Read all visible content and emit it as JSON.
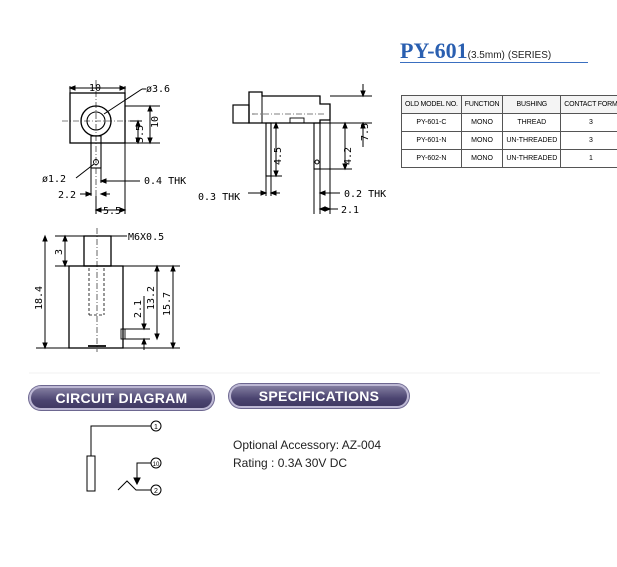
{
  "title": {
    "model": "PY-601",
    "size": "(3.5mm)",
    "series": "(SERIES)"
  },
  "table": {
    "headers": [
      "OLD MODEL NO.",
      "FUNCTION",
      "BUSHING",
      "CONTACT FORM"
    ],
    "rows": [
      [
        "PY-601-C",
        "MONO",
        "THREAD",
        "3"
      ],
      [
        "PY-601-N",
        "MONO",
        "UN-THREADED",
        "3"
      ],
      [
        "PY-602-N",
        "MONO",
        "UN-THREADED",
        "1"
      ]
    ]
  },
  "front_view": {
    "width": "10",
    "hole_dia": "ø3.6",
    "pitch_5_5": "5.5",
    "height_10": "10",
    "pin_dia": "ø1.2",
    "pin_thk": "0.4 THK",
    "offset_2_2": "2.2",
    "bottom_5_5": "5.5"
  },
  "side_view": {
    "height_7_5": "7.5",
    "pin_4_5": "4.5",
    "pin_4_2": "4.2",
    "thk_0_3": "0.3 THK",
    "thk_0_2": "0.2 THK",
    "offset_2_1": "2.1"
  },
  "bottom_view": {
    "thread": "M6X0.5",
    "d_3": "3",
    "d_18_4": "18.4",
    "d_2_1": "2.1",
    "d_13_2": "13.2",
    "d_15_7": "15.7"
  },
  "sections": {
    "circuit": "CIRCUIT DIAGRAM",
    "specs": "SPECIFICATIONS"
  },
  "circuit": {
    "node1": "1",
    "node10": "10",
    "node2": "2"
  },
  "specs": {
    "accessory": "Optional Accessory: AZ-004",
    "rating": "Rating : 0.3A 30V DC"
  }
}
